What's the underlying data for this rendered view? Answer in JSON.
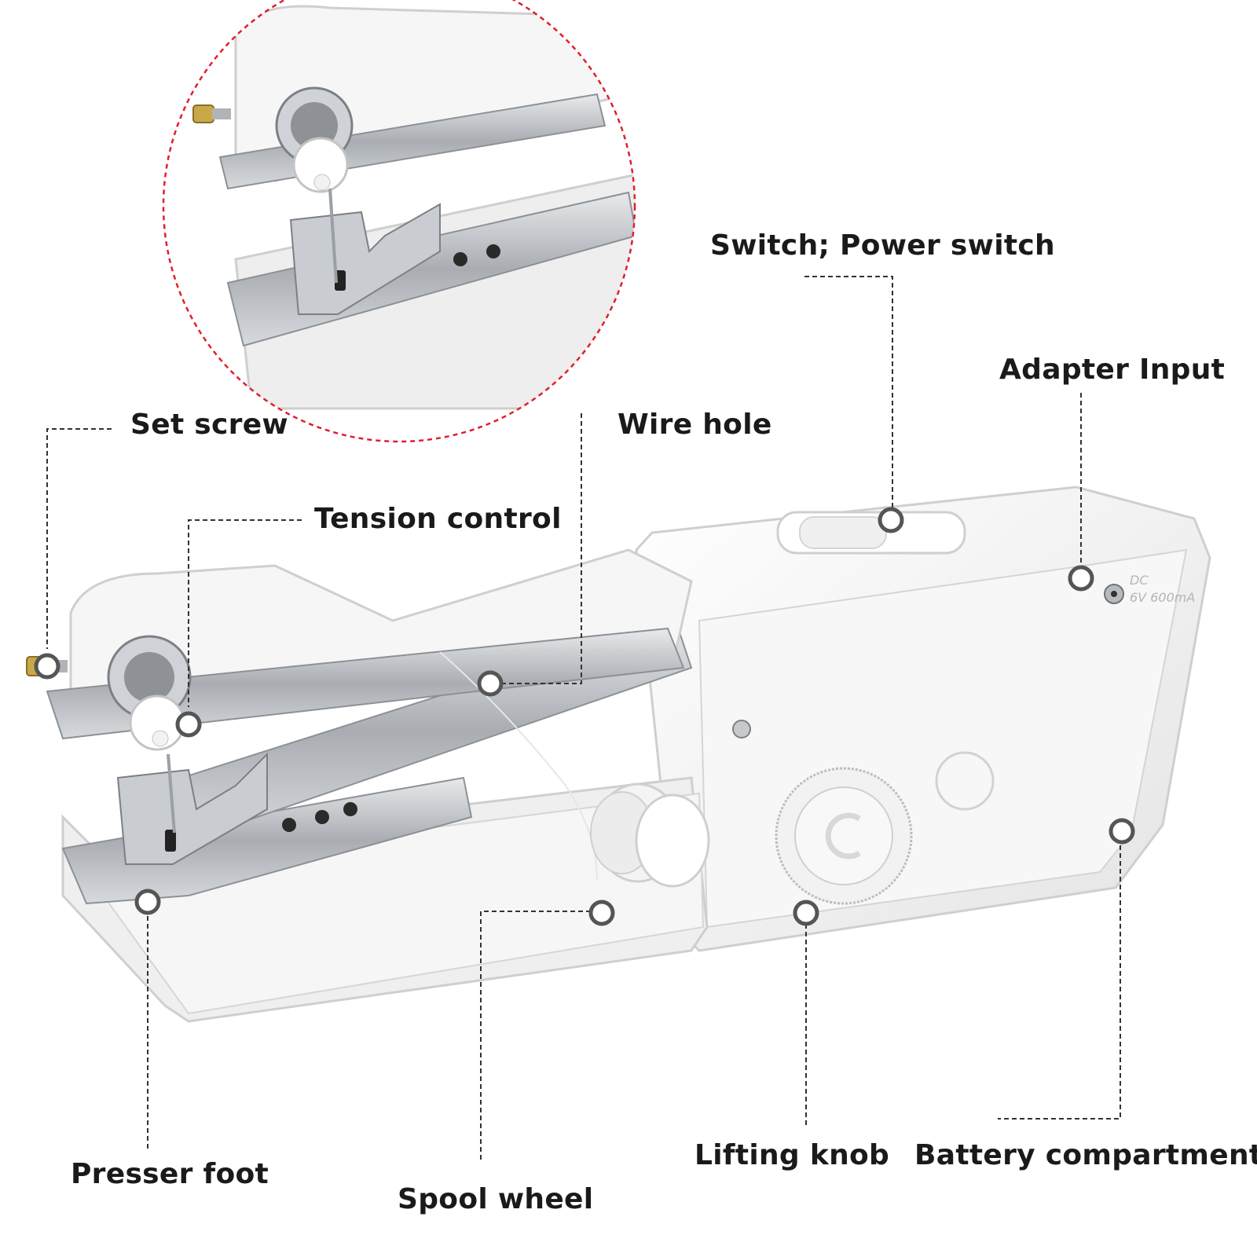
{
  "labels": {
    "set_screw": "Set screw",
    "tension_control": "Tension control",
    "wire_hole": "Wire hole",
    "switch": "Switch; Power switch",
    "adapter_input": "Adapter Input",
    "presser_foot": "Presser foot",
    "spool_wheel": "Spool wheel",
    "lifting_knob": "Lifting knob",
    "battery_compartment": "Battery compartment"
  },
  "device_markings": {
    "line1": "DC",
    "line2": "6V 600mA"
  },
  "colors": {
    "body": "#f3f3f3",
    "body_shadow": "#d9d9d9",
    "metal": "#b8bcc0",
    "leader_line": "#333333",
    "inset_border": "#e0202a"
  }
}
